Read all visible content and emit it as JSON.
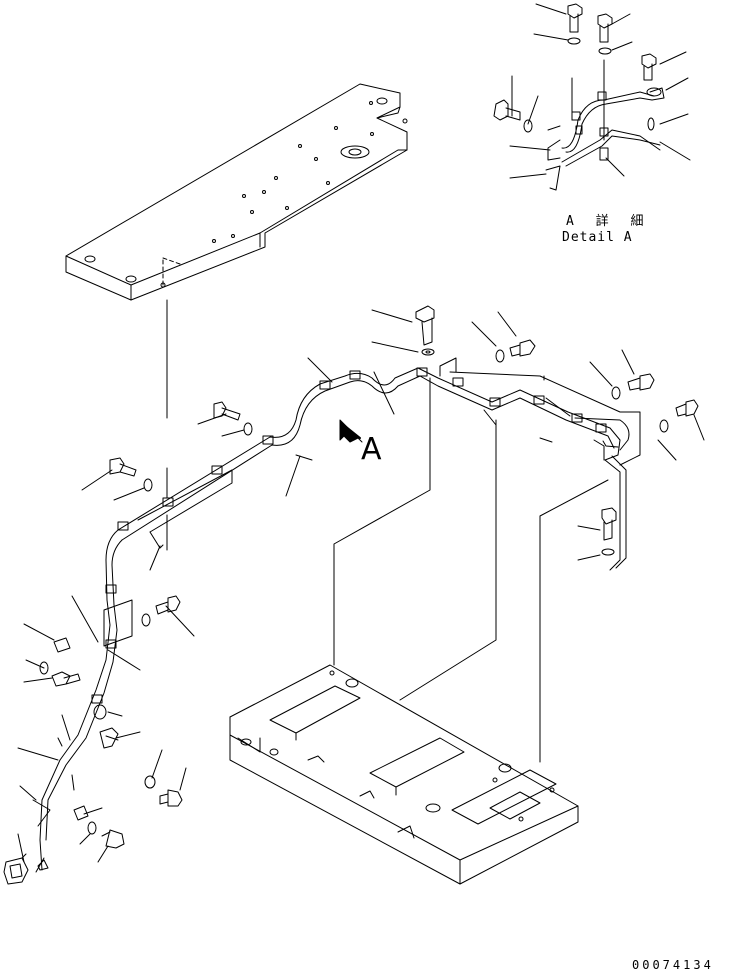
{
  "detail_view": {
    "title_jp": "A 詳 細",
    "title_en": "Detail A"
  },
  "view_marker": {
    "letter": "A"
  },
  "drawing_number": "00074134"
}
